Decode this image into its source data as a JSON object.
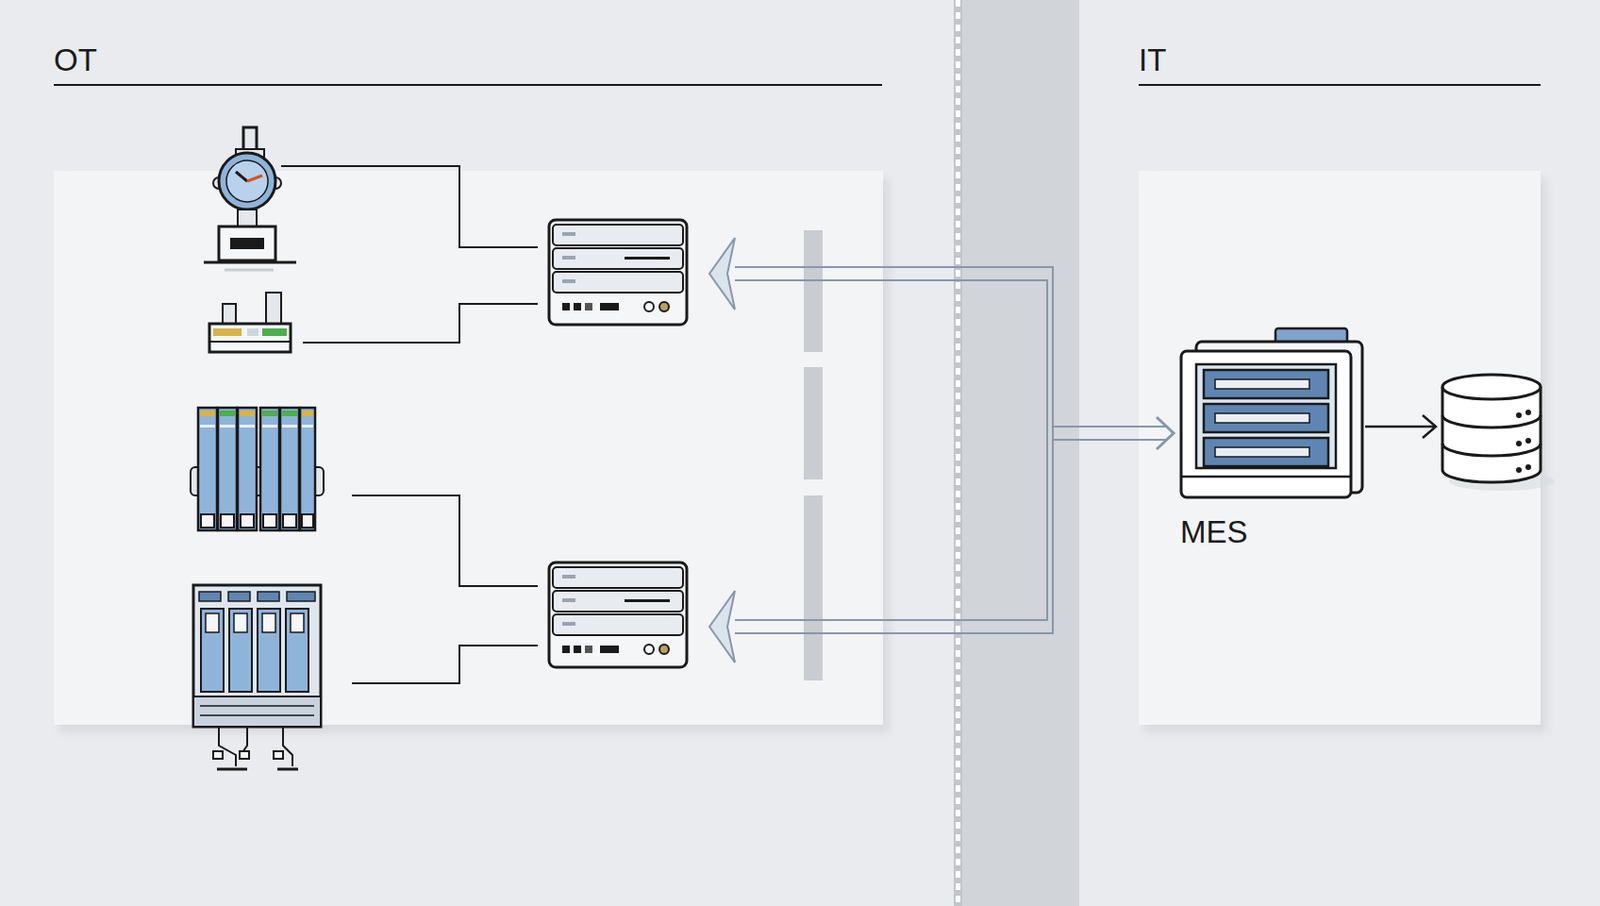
{
  "diagram": {
    "nodes": [
      {
        "text": [
          "OT"
        ]
      },
      {
        "text": [
          "IT"
        ]
      },
      {
        "text": [
          "MES"
        ],
        "in": 1
      }
    ]
  }
}
